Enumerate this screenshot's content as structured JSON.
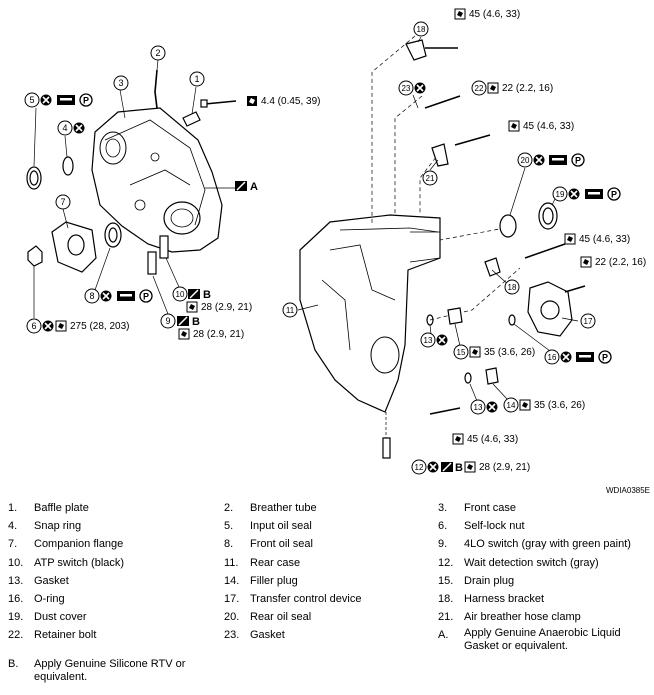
{
  "figure_code": "WDIA0385E",
  "callouts": {
    "c1": "1",
    "c2": "2",
    "c3": "3",
    "c4": "4",
    "c5": "5",
    "c6": "6",
    "c7": "7",
    "c8": "8",
    "c9": "9",
    "c10": "10",
    "c11": "11",
    "c12": "12",
    "c13a": "13",
    "c13b": "13",
    "c14": "14",
    "c15": "15",
    "c16": "16",
    "c17": "17",
    "c18": "18",
    "c19": "19",
    "c20": "20",
    "c21": "21",
    "c22": "22",
    "c23": "23"
  },
  "letters": {
    "A": "A",
    "B1": "B",
    "B2": "B",
    "B3": "B"
  },
  "torques": {
    "t1": "4.4 (0.45, 39)",
    "t6": "275 (28, 203)",
    "t10": "28 (2.9, 21)",
    "t9": "28 (2.9, 21)",
    "t18": "45 (4.6, 33)",
    "t22a": "22 (2.2, 16)",
    "t45a": "45 (4.6, 33)",
    "t45b": "45 (4.6, 33)",
    "t22b": "22 (2.2, 16)",
    "t15": "35 (3.6, 26)",
    "t14": "35 (3.6, 26)",
    "t45c": "45 (4.6, 33)",
    "t12": "28 (2.9, 21)"
  },
  "legend": [
    {
      "n": "1.",
      "t": "Baffle plate"
    },
    {
      "n": "2.",
      "t": "Breather tube"
    },
    {
      "n": "3.",
      "t": "Front case"
    },
    {
      "n": "4.",
      "t": "Snap ring"
    },
    {
      "n": "5.",
      "t": "Input oil seal"
    },
    {
      "n": "6.",
      "t": "Self-lock nut"
    },
    {
      "n": "7.",
      "t": "Companion flange"
    },
    {
      "n": "8.",
      "t": "Front oil seal"
    },
    {
      "n": "9.",
      "t": "4LO switch (gray with green paint)"
    },
    {
      "n": "10.",
      "t": "ATP switch (black)"
    },
    {
      "n": "11.",
      "t": "Rear case"
    },
    {
      "n": "12.",
      "t": "Wait detection switch (gray)"
    },
    {
      "n": "13.",
      "t": "Gasket"
    },
    {
      "n": "14.",
      "t": "Filler plug"
    },
    {
      "n": "15.",
      "t": "Drain plug"
    },
    {
      "n": "16.",
      "t": "O-ring"
    },
    {
      "n": "17.",
      "t": "Transfer control device"
    },
    {
      "n": "18.",
      "t": "Harness bracket"
    },
    {
      "n": "19.",
      "t": "Dust cover"
    },
    {
      "n": "20.",
      "t": "Rear oil seal"
    },
    {
      "n": "21.",
      "t": "Air breather hose clamp"
    },
    {
      "n": "22.",
      "t": "Retainer bolt"
    },
    {
      "n": "23.",
      "t": "Gasket"
    },
    {
      "n": "A.",
      "t": "Apply Genuine Anaerobic Liquid Gasket or equivalent."
    }
  ],
  "note_b": {
    "n": "B.",
    "t": "Apply Genuine Silicone RTV or equivalent."
  }
}
